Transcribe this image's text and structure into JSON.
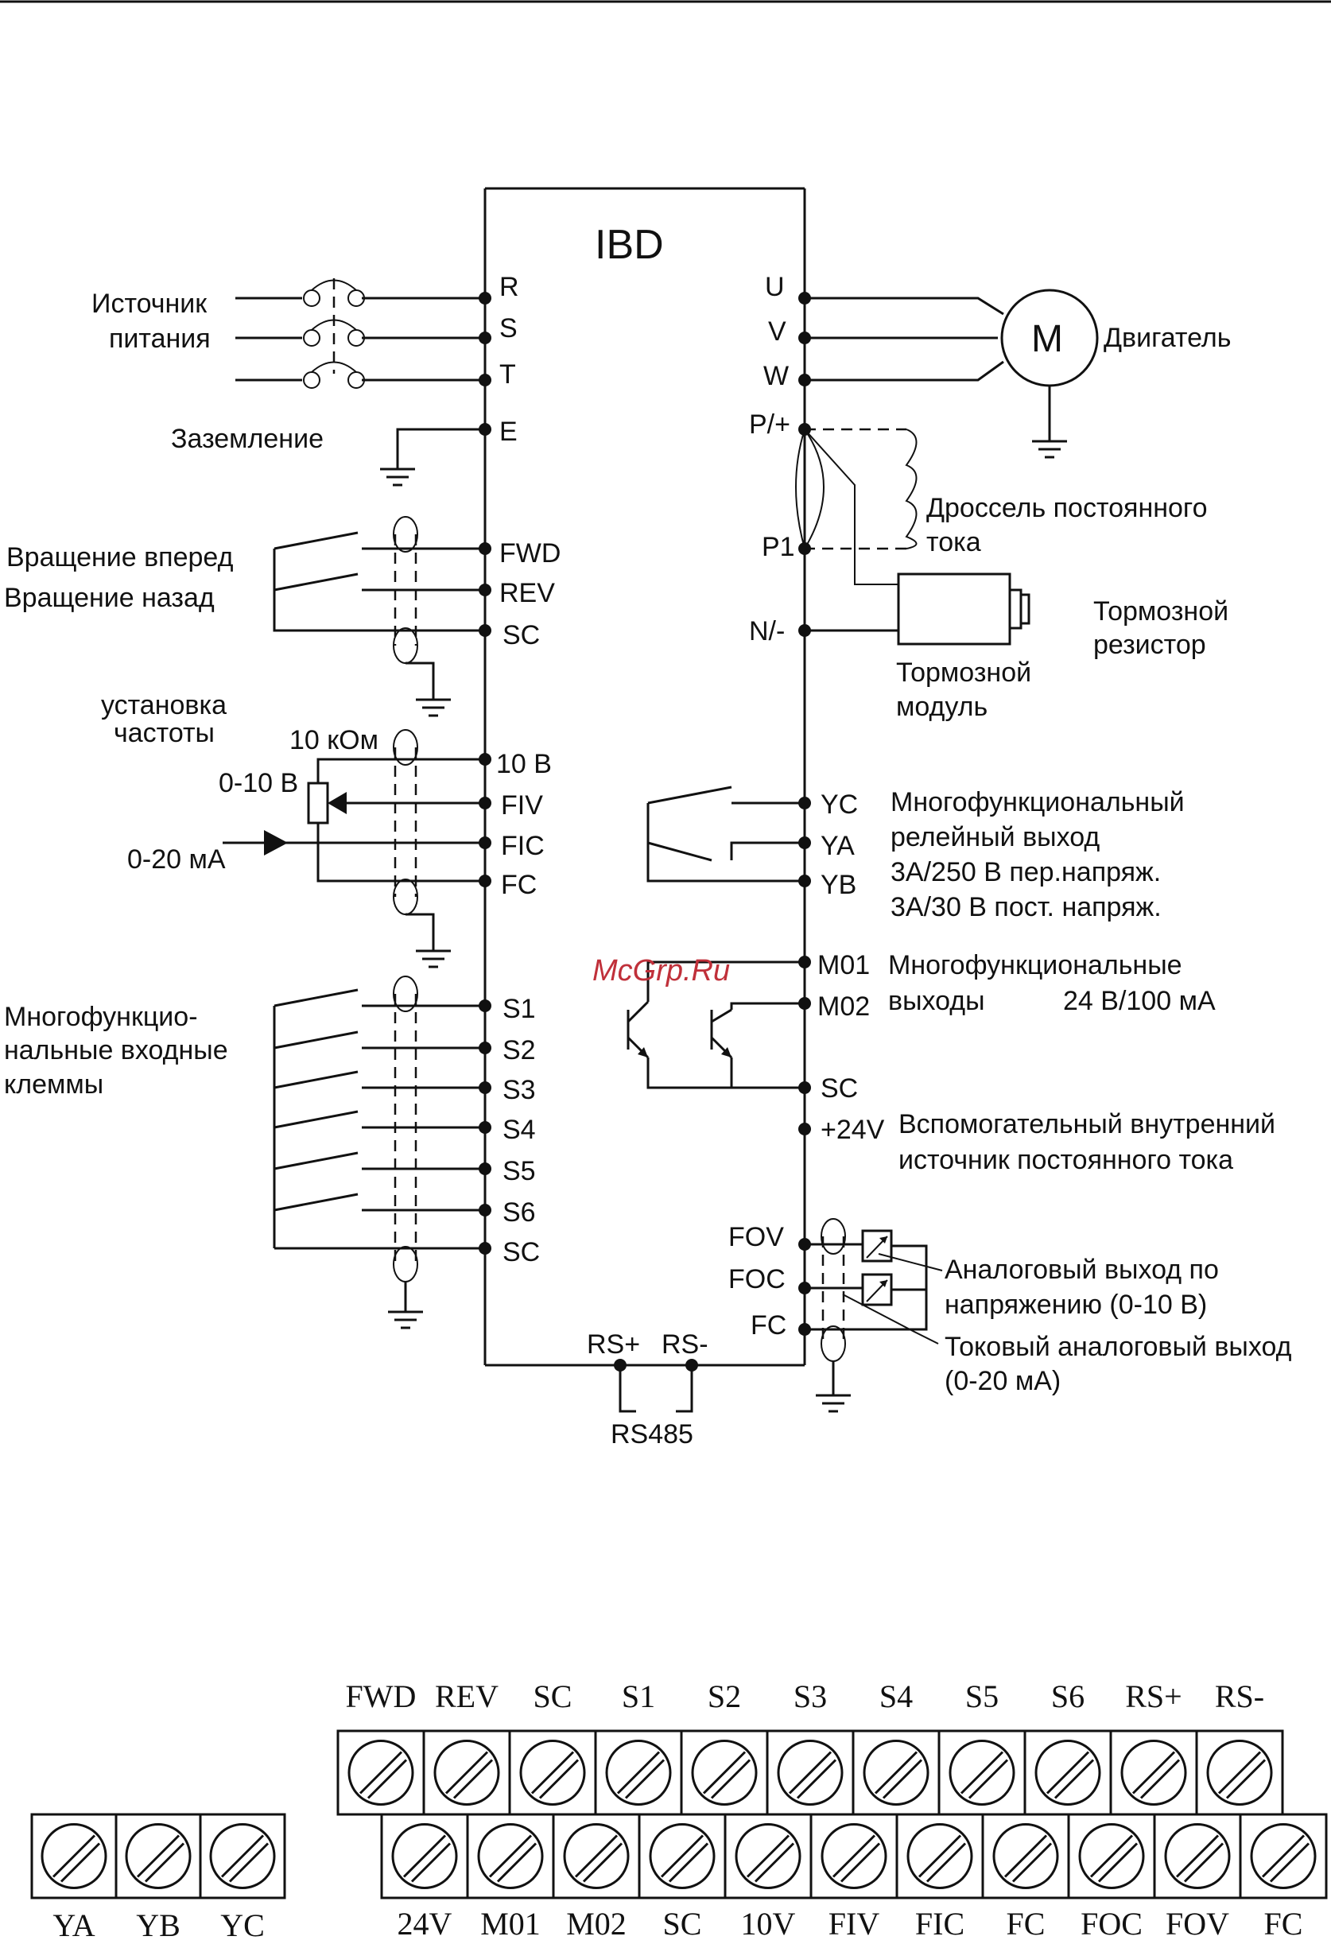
{
  "title": "IBD",
  "watermark": "McGrp.Ru",
  "left_terminals": {
    "r": "R",
    "s": "S",
    "t": "T",
    "e": "E",
    "fwd": "FWD",
    "rev": "REV",
    "sc1": "SC",
    "v10": "10 В",
    "fiv": "FIV",
    "fic": "FIC",
    "fc": "FC",
    "s1": "S1",
    "s2": "S2",
    "s3": "S3",
    "s4": "S4",
    "s5": "S5",
    "s6": "S6",
    "sc2": "SC"
  },
  "right_terminals": {
    "u": "U",
    "v": "V",
    "w": "W",
    "p_plus": "P/+",
    "p1": "P1",
    "n_minus": "N/-",
    "yc": "YC",
    "ya": "YA",
    "yb": "YB",
    "m01": "M01",
    "m02": "M02",
    "sc": "SC",
    "p24": "+24V",
    "fov": "FOV",
    "foc": "FOC",
    "fc": "FC"
  },
  "bottom_terminals": {
    "rs_plus": "RS+",
    "rs_minus": "RS-",
    "rs485": "RS485"
  },
  "labels": {
    "power_1": "Источник",
    "power_2": "питания",
    "ground": "Заземление",
    "forward": "Вращение вперед",
    "reverse": "Вращение назад",
    "freq_1": "установка",
    "freq_2": "частоты",
    "pot": "10 кОм",
    "v_range": "0-10 В",
    "i_range": "0-20 мА",
    "inputs_1": "Многофункцио-",
    "inputs_2": "нальные входные",
    "inputs_3": "клеммы",
    "motor_symbol": "M",
    "motor": "Двигатель",
    "choke_1": "Дроссель постоянного",
    "choke_2": "тока",
    "brake_res_1": "Тормозной",
    "brake_res_2": "резистор",
    "brake_mod_1": "Тормозной",
    "brake_mod_2": "модуль",
    "relay_1": "Многофункциональный",
    "relay_2": "релейный выход",
    "relay_3": "3A/250 В пер.напряж.",
    "relay_4": "3A/30 В пост. напряж.",
    "mout_1": "Многофункциональные",
    "mout_2": "выходы",
    "mout_3": "24 В/100 мА",
    "aux_1": "Вспомогательный внутренний",
    "aux_2": "источник постоянного тока",
    "aout_v_1": "Аналоговый выход по",
    "aout_v_2": "напряжению (0-10 В)",
    "aout_i_1": "Токовый аналоговый выход",
    "aout_i_2": "(0-20 мА)"
  },
  "terminal_blocks": {
    "top_row": [
      "FWD",
      "REV",
      "SC",
      "S1",
      "S2",
      "S3",
      "S4",
      "S5",
      "S6",
      "RS+",
      "RS-"
    ],
    "bottom_row": [
      "24V",
      "M01",
      "M02",
      "SC",
      "10V",
      "FIV",
      "FIC",
      "FC",
      "FOC",
      "FOV",
      "FC"
    ],
    "relay_row": [
      "YA",
      "YB",
      "YC"
    ]
  }
}
